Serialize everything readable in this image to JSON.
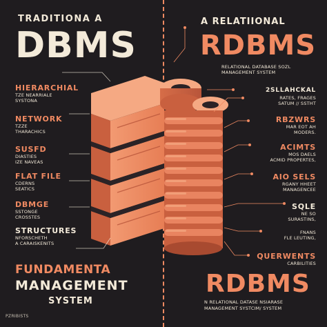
{
  "left": {
    "eyebrow": "TRADITIONA A",
    "title": "DBMS",
    "items": [
      {
        "head": "HIERARCHIAL",
        "lines": [
          "TZE NEARRIALE",
          "SYSTONA"
        ]
      },
      {
        "head": "NETWORK",
        "lines": [
          "TZZE",
          "THARACHICS"
        ]
      },
      {
        "head": "SUSFD",
        "lines": [
          "DIASTIES",
          "IZE NAVEAS"
        ]
      },
      {
        "head": "FLAT FILE",
        "lines": [
          "CDERNS",
          "SEATICS"
        ]
      },
      {
        "head": "DBMGE",
        "lines": [
          "SSTONGE",
          "CROSSTES"
        ]
      },
      {
        "head": "STRUCTURES",
        "lines": [
          "NFORSCHETH",
          "A CARAISKENITS"
        ]
      }
    ],
    "footer": {
      "line1": "FUNDAMENTA",
      "line2": "MANAGEMENT",
      "line3": "SYSTEM"
    },
    "logo": "PZRIBISTS"
  },
  "right": {
    "eyebrow": "A RELATIIONAL",
    "title": "RDBMS",
    "subtitle": [
      "RELATIONAL DATABASE SOZL",
      "MANAGEMENT SYSTEM"
    ],
    "items": [
      {
        "head": "2SLLAHCKAL",
        "lines": [
          "RATES, FRAGES",
          "SATUM // SSTHT"
        ]
      },
      {
        "head": "RBZWRS",
        "lines": [
          "MAR EOT AH",
          "MODERS."
        ]
      },
      {
        "head": "ACIMTS",
        "lines": [
          "MOS DAELS",
          "ACMID PROPERTES,"
        ]
      },
      {
        "head": "AIO SELS",
        "lines": [
          "RGANY HHEET",
          "MANAGENCEE"
        ]
      },
      {
        "head": "SQLE",
        "lines": [
          "NE SO",
          "SURASTINS,"
        ]
      },
      {
        "head": "",
        "lines": [
          "FNANS",
          "FLE LEUTING,"
        ]
      },
      {
        "head": "QUERWENTS",
        "lines": [
          "CARBILITIES"
        ]
      }
    ],
    "footer_title": "RDBMS",
    "footer_lines": [
      "N RELATIONAL DATASE NSIARASE",
      "MANAGEMENT SYSTCIM/ SYSTEM"
    ]
  },
  "colors": {
    "background": "#1f1c1f",
    "accent": "#f08a62",
    "cream": "#f3ead9",
    "dark_orange": "#c9603f"
  }
}
